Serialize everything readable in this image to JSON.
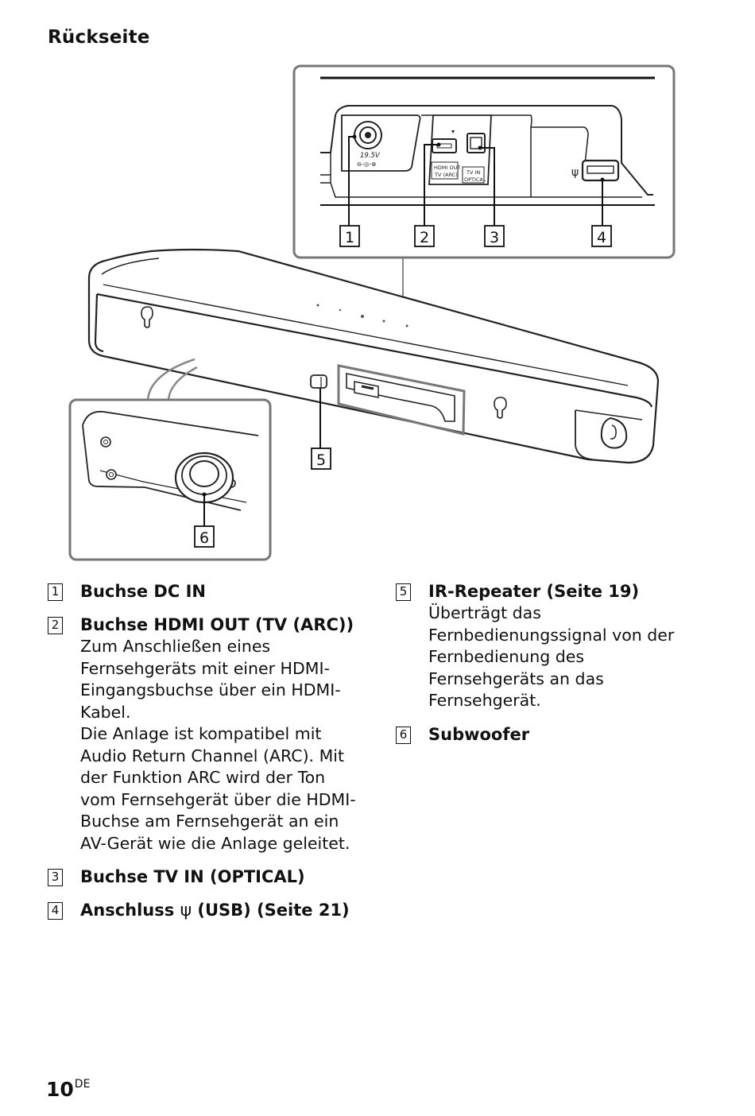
{
  "page": {
    "heading": "Rückseite",
    "page_number": "10",
    "page_lang": "DE"
  },
  "callouts": [
    "1",
    "2",
    "3",
    "4",
    "5",
    "6"
  ],
  "device_labels": {
    "dc_voltage": "19.5V",
    "dc_polarity": "⊖-◎-⊕",
    "hdmi_label_line1": "HDMI OUT",
    "hdmi_label_line2": "TV (ARC)",
    "optical_label_line1": "TV IN",
    "optical_label_line2": "OPTICAL",
    "usb_symbol": "ψ"
  },
  "items_left": [
    {
      "num": "1",
      "title": "Buchse DC IN",
      "desc": ""
    },
    {
      "num": "2",
      "title": "Buchse HDMI OUT (TV (ARC))",
      "desc": "Zum Anschließen eines\nFernsehgeräts mit einer HDMI-\nEingangsbuchse über ein HDMI-\nKabel.\nDie Anlage ist kompatibel mit\nAudio Return Channel (ARC). Mit\nder Funktion ARC wird der Ton\nvom Fernsehgerät über die HDMI-\nBuchse am Fernsehgerät an ein\nAV-Gerät wie die Anlage geleitet."
    },
    {
      "num": "3",
      "title": "Buchse TV IN (OPTICAL)",
      "desc": ""
    },
    {
      "num": "4",
      "title_prefix": "Anschluss",
      "usb_symbol": "ψ",
      "title_suffix": "(USB) (Seite 21)",
      "desc": ""
    }
  ],
  "items_right": [
    {
      "num": "5",
      "title": "IR-Repeater (Seite 19)",
      "desc": "Überträgt das\nFernbedienungssignal von der\nFernbedienung des\nFernsehgeräts an das\nFernsehgerät."
    },
    {
      "num": "6",
      "title": "Subwoofer",
      "desc": ""
    }
  ]
}
